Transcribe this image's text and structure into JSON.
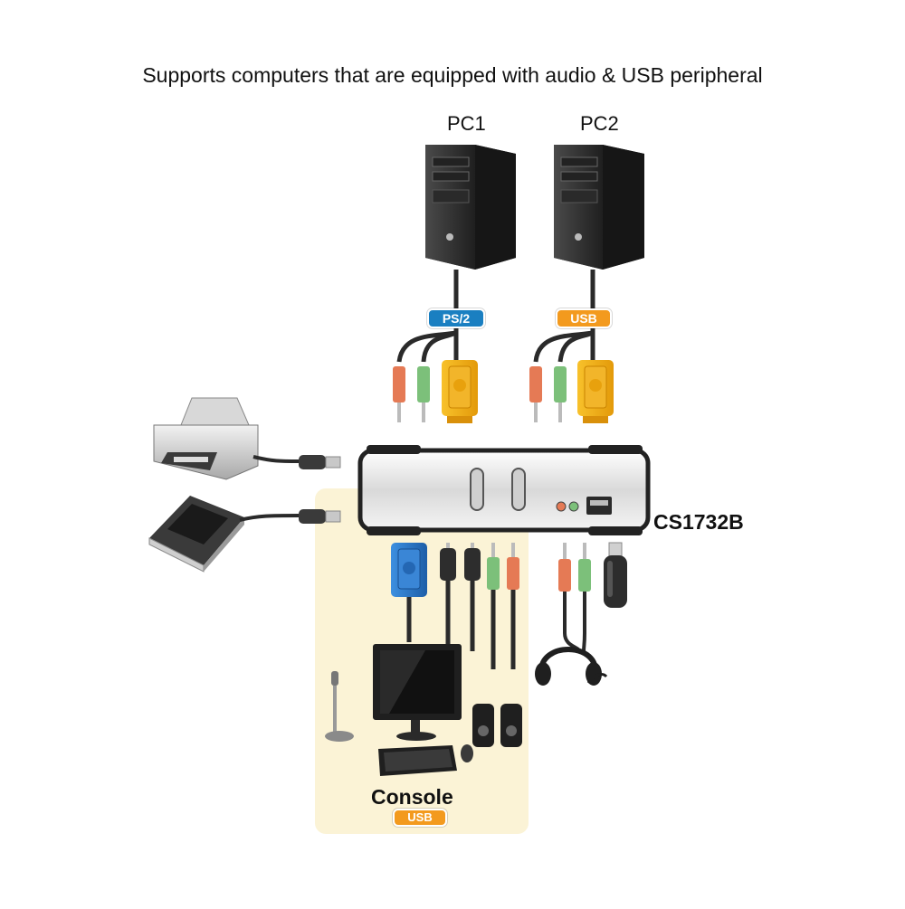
{
  "title": "Supports computers that are equipped with audio & USB peripheral",
  "pc1": {
    "label": "PC1",
    "port_badge": "PS/2"
  },
  "pc2": {
    "label": "PC2",
    "port_badge": "USB"
  },
  "switch": {
    "model": "CS1732B"
  },
  "console": {
    "label": "Console",
    "port_badge": "USB"
  },
  "colors": {
    "ps2_badge": "#1a7fc1",
    "usb_badge": "#f39a1e",
    "console_area": "#fbf3d6",
    "vga_connector": "#f4b319",
    "console_vga": "#2b74c4",
    "audio_speaker_plug": "#e57a55",
    "audio_mic_plug": "#7cc07a"
  },
  "icons": [
    "pc-tower-icon",
    "printer-icon",
    "scanner-icon",
    "kvm-switch-icon",
    "monitor-icon",
    "keyboard-icon",
    "mouse-icon",
    "microphone-icon",
    "speakers-icon",
    "headset-icon",
    "usb-flash-drive-icon"
  ]
}
